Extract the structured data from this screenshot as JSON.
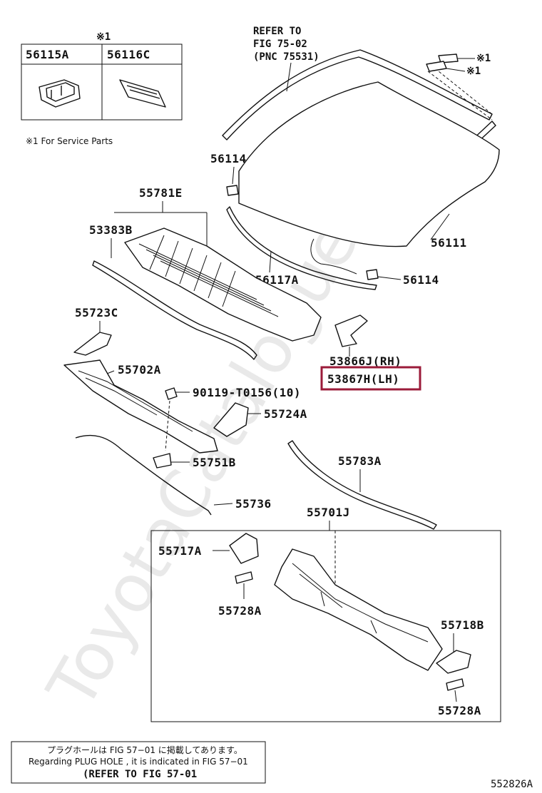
{
  "watermark": "ToyotaCatalogue.ru",
  "service_mark": "※1",
  "service_note": "※1 For Service Parts",
  "refer_windshield": [
    "REFER TO",
    "FIG 75-02",
    "(PNC 75531)"
  ],
  "labels": {
    "p56115A": "56115A",
    "p56116C": "56116C",
    "p56114_top": "56114",
    "p55781E": "55781E",
    "p53383B": "53383B",
    "p56117A": "56117A",
    "p56114_bottom": "56114",
    "p56111": "56111",
    "p55723C": "55723C",
    "p53866J": "53866J(RH)",
    "p53867H": "53867H(LH)",
    "p55702A": "55702A",
    "p90119": "90119-T0156(10)",
    "p55724A": "55724A",
    "p55751B": "55751B",
    "p55783A": "55783A",
    "p55736": "55736",
    "p55701J": "55701J",
    "p55717A": "55717A",
    "p55728A_left": "55728A",
    "p55718B": "55718B",
    "p55728A_right": "55728A"
  },
  "plug_note": {
    "jp": "プラグホールは FIG 57−01 に掲載してあります。",
    "en": "Regarding PLUG HOLE , it is indicated in FIG 57−01",
    "ref": "(REFER TO FIG 57-01"
  },
  "figure_code": "552826A",
  "colors": {
    "highlight": "#9b1b3a",
    "ink": "#111111",
    "watermark": "#d8d8d8"
  }
}
